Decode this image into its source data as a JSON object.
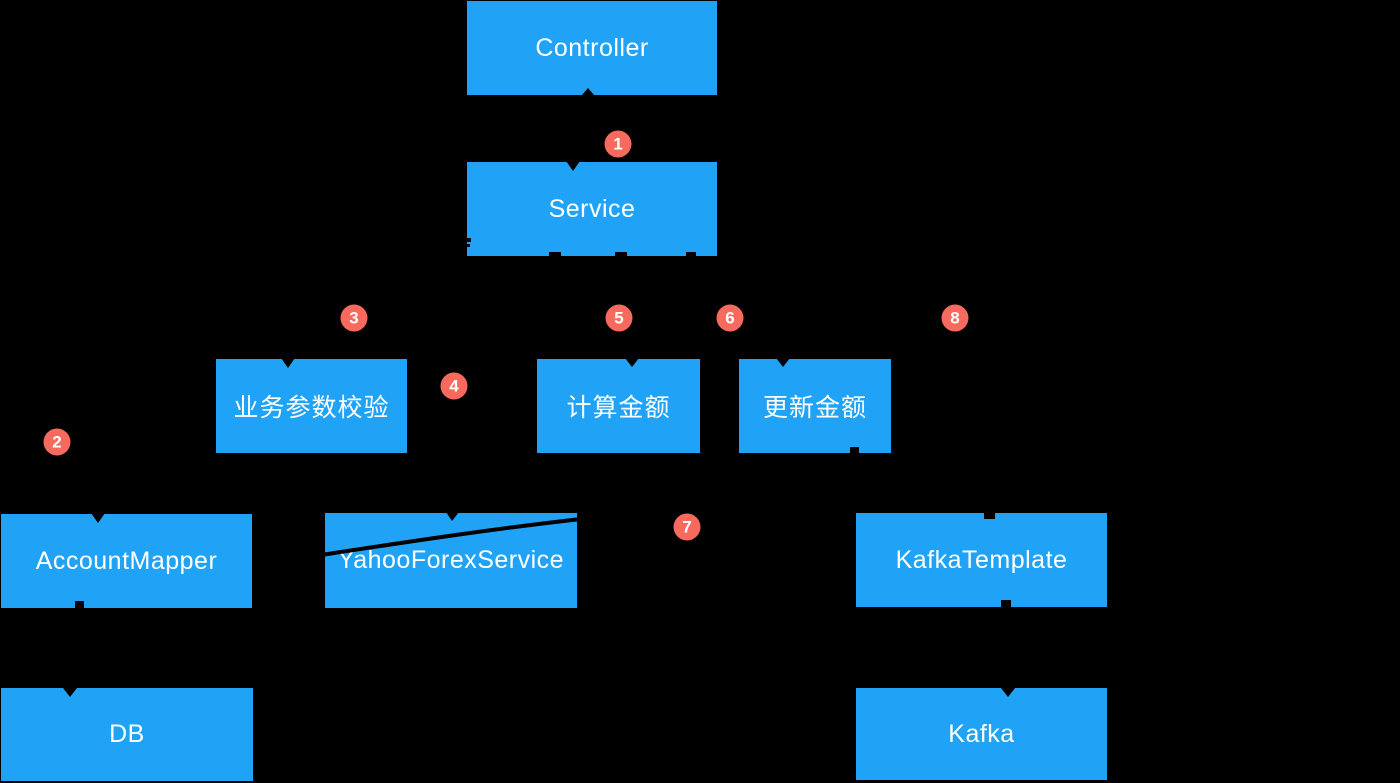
{
  "diagram": {
    "title": "service-call-flow-diagram",
    "colors": {
      "background": "#000000",
      "node_fill": "#20a3f6",
      "node_text": "#ffffff",
      "step_badge_fill": "#f8695e",
      "step_badge_text": "#ffffff",
      "connector": "#000000"
    },
    "nodes": {
      "controller": {
        "label": "Controller"
      },
      "service": {
        "label": "Service"
      },
      "validate": {
        "label": "业务参数校验"
      },
      "calc": {
        "label": "计算金额"
      },
      "update": {
        "label": "更新金额"
      },
      "account_mapper": {
        "label": "AccountMapper"
      },
      "yahoo_forex": {
        "label": "YahooForexService"
      },
      "kafka_template": {
        "label": "KafkaTemplate"
      },
      "db": {
        "label": "DB"
      },
      "kafka": {
        "label": "Kafka"
      }
    },
    "steps": {
      "1": {
        "label": "1"
      },
      "2": {
        "label": "2"
      },
      "3": {
        "label": "3"
      },
      "4": {
        "label": "4"
      },
      "5": {
        "label": "5"
      },
      "6": {
        "label": "6"
      },
      "7": {
        "label": "7"
      },
      "8": {
        "label": "8"
      }
    }
  }
}
